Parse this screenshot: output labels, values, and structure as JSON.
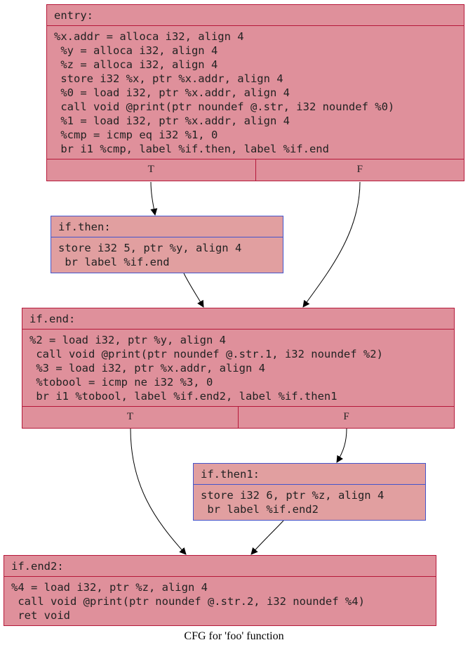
{
  "caption": "CFG for 'foo' function",
  "nodes": {
    "entry": {
      "label": "entry:",
      "lines": [
        "%x.addr = alloca i32, align 4",
        " %y = alloca i32, align 4",
        " %z = alloca i32, align 4",
        " store i32 %x, ptr %x.addr, align 4",
        " %0 = load i32, ptr %x.addr, align 4",
        " call void @print(ptr noundef @.str, i32 noundef %0)",
        " %1 = load i32, ptr %x.addr, align 4",
        " %cmp = icmp eq i32 %1, 0",
        " br i1 %cmp, label %if.then, label %if.end"
      ],
      "ports": [
        "T",
        "F"
      ]
    },
    "if_then": {
      "label": "if.then:",
      "lines": [
        "store i32 5, ptr %y, align 4",
        " br label %if.end"
      ]
    },
    "if_end": {
      "label": "if.end:",
      "lines": [
        "%2 = load i32, ptr %y, align 4",
        " call void @print(ptr noundef @.str.1, i32 noundef %2)",
        " %3 = load i32, ptr %x.addr, align 4",
        " %tobool = icmp ne i32 %3, 0",
        " br i1 %tobool, label %if.end2, label %if.then1"
      ],
      "ports": [
        "T",
        "F"
      ]
    },
    "if_then1": {
      "label": "if.then1:",
      "lines": [
        "store i32 6, ptr %z, align 4",
        " br label %if.end2"
      ]
    },
    "if_end2": {
      "label": "if.end2:",
      "lines": [
        "%4 = load i32, ptr %z, align 4",
        " call void @print(ptr noundef @.str.2, i32 noundef %4)",
        " ret void"
      ]
    }
  }
}
